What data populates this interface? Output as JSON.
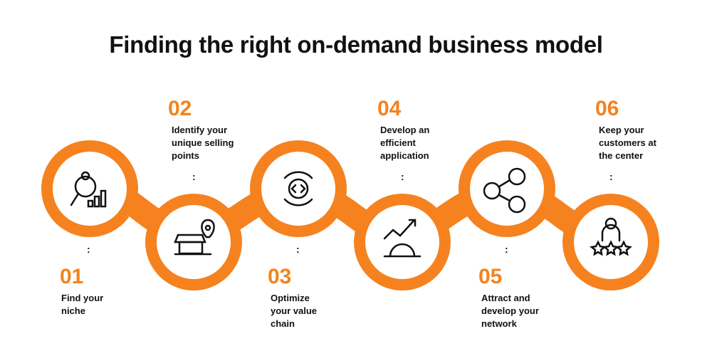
{
  "title": "Finding the right on-demand business model",
  "accent": "#F5821F",
  "steps": [
    {
      "num": "01",
      "label": "Find your niche",
      "icon": "market-research-icon"
    },
    {
      "num": "02",
      "label": "Identify your unique selling points",
      "icon": "store-location-icon"
    },
    {
      "num": "03",
      "label": "Optimize your value chain",
      "icon": "code-gear-cycle-icon"
    },
    {
      "num": "04",
      "label": "Develop an efficient application",
      "icon": "growth-gear-icon"
    },
    {
      "num": "05",
      "label": "Attract and develop your network",
      "icon": "network-users-icon"
    },
    {
      "num": "06",
      "label": "Keep your customers at the center",
      "icon": "customer-rating-icon"
    }
  ],
  "separator": ":"
}
